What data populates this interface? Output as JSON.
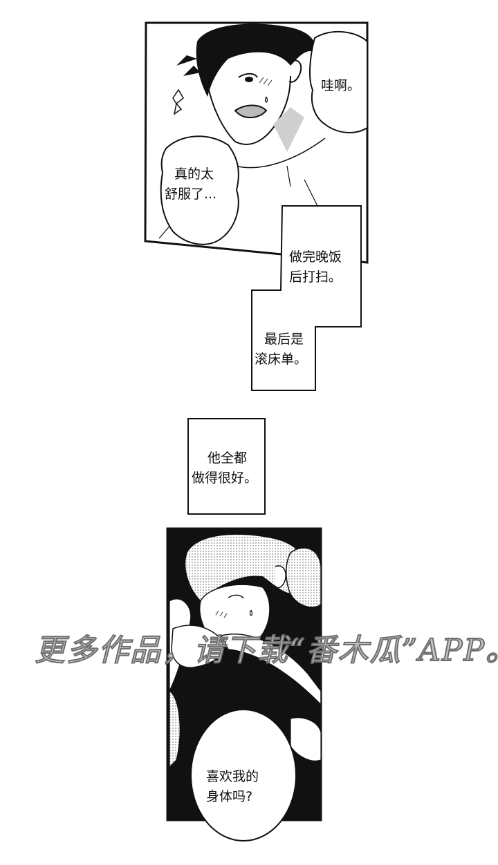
{
  "page": {
    "type": "manga-webtoon-page",
    "background": "#ffffff",
    "ink_color": "#111111"
  },
  "panel_1": {
    "description": "dark-haired man blushing, sweating, mouth open",
    "bubbles": [
      {
        "id": "wa",
        "text": "哇啊。"
      },
      {
        "id": "comfortable",
        "lines": [
          "真的太",
          "舒服了..."
        ]
      }
    ]
  },
  "caption_boxes": [
    {
      "id": "after-dinner",
      "lines": [
        "做完晚饭",
        "后打扫。"
      ]
    },
    {
      "id": "finally",
      "lines": [
        "最后是",
        "滚床单。"
      ]
    },
    {
      "id": "did-well",
      "lines": [
        "他全都",
        "做得很好。"
      ]
    }
  ],
  "panel_2": {
    "description": "light-haired man blushing, screentone shading",
    "bubbles": [
      {
        "id": "like-body",
        "lines": [
          "喜欢我的",
          "身体吗?"
        ]
      }
    ]
  },
  "watermark": {
    "text": "更多作品，请下载“番木瓜”APP。",
    "color": "#c4c4c4",
    "outline": "#6e6e6e"
  }
}
